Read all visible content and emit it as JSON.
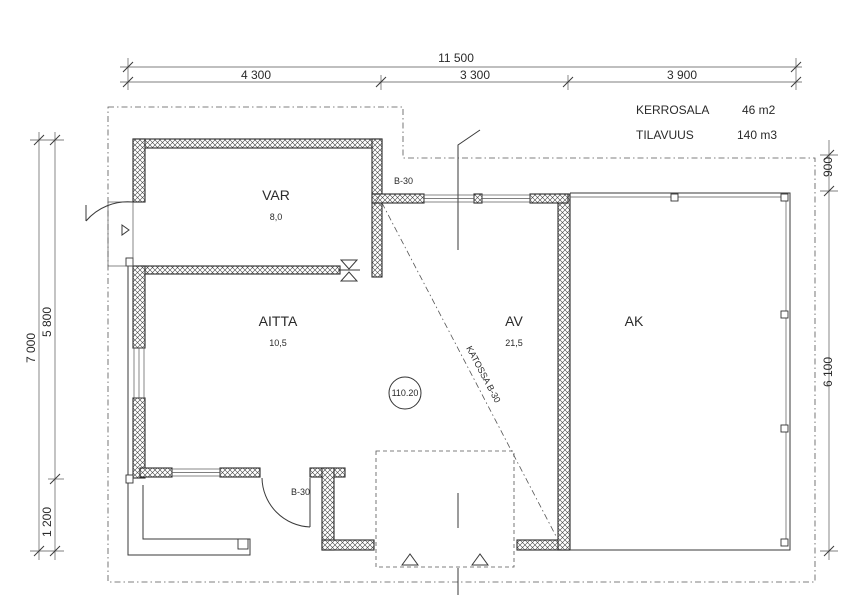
{
  "dimensions": {
    "top_total": "11 500",
    "top_segments": [
      "4 300",
      "3 300",
      "3 900"
    ],
    "left_total": "7 000",
    "left_upper": "5 800",
    "left_lower": "1 200",
    "right_upper": "900",
    "right_lower": "6 100"
  },
  "info": {
    "floor_area_label": "KERROSALA",
    "floor_area_value": "46 m2",
    "volume_label": "TILAVUUS",
    "volume_value": "140 m3"
  },
  "rooms": [
    {
      "name": "VAR",
      "area": "8,0"
    },
    {
      "name": "AITTA",
      "area": "10,5"
    },
    {
      "name": "AV",
      "area": "21,5"
    },
    {
      "name": "AK",
      "area": ""
    }
  ],
  "annotations": {
    "door_class_top": "B-30",
    "door_class_bottom": "B-30",
    "ceiling_note": "KATOSSA B-30",
    "level": "110.20"
  }
}
